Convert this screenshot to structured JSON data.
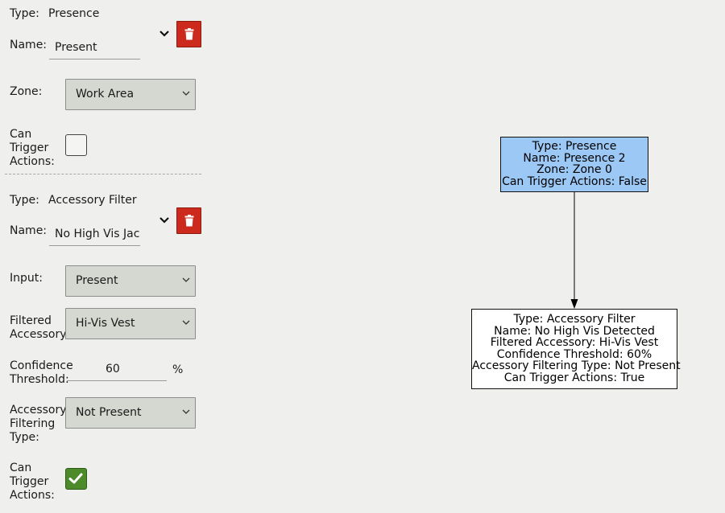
{
  "filters": [
    {
      "type_label": "Type:",
      "type_value": "Presence",
      "name_label": "Name:",
      "name_value": "Present",
      "zone_label": "Zone:",
      "zone_value": "Work Area",
      "can_trigger_label": "Can\nTrigger\nActions:",
      "can_trigger_checked": false
    },
    {
      "type_label": "Type:",
      "type_value": "Accessory Filter",
      "name_label": "Name:",
      "name_value": "No High Vis Jac",
      "input_label": "Input:",
      "input_value": "Present",
      "filtered_accessory_label": "Filtered\nAccessory:",
      "filtered_accessory_value": "Hi-Vis Vest",
      "confidence_label": "Confidence\nThreshold:",
      "confidence_value": "60",
      "confidence_unit": "%",
      "filtering_type_label": "Accessory\nFiltering\nType:",
      "filtering_type_value": "Not Present",
      "can_trigger_label": "Can\nTrigger\nActions:",
      "can_trigger_checked": true
    }
  ],
  "graph": {
    "nodes": [
      {
        "id": "presence-node",
        "fill": "#9cc8f5",
        "lines": [
          "Type: Presence",
          "Name: Presence 2",
          "Zone: Zone 0",
          "Can Trigger Actions: False"
        ]
      },
      {
        "id": "accessory-node",
        "fill": "#ffffff",
        "lines": [
          "Type: Accessory Filter",
          "Name: No High Vis Detected",
          "Filtered Accessory: Hi-Vis Vest",
          "Confidence Threshold: 60%",
          "Accessory Filtering Type: Not Present",
          "Can Trigger Actions: True"
        ]
      }
    ]
  },
  "colors": {
    "delete_button": "#cc2a1d",
    "checkbox_checked": "#4c8a2a",
    "select_bg": "#d5d8d1",
    "node_highlight": "#9cc8f5"
  }
}
